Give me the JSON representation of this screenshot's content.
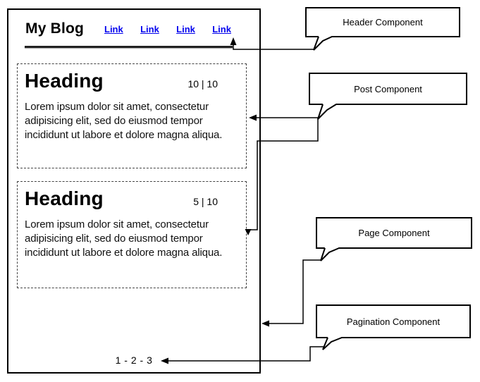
{
  "blog": {
    "title": "My Blog",
    "nav_links": [
      "Link",
      "Link",
      "Link",
      "Link"
    ],
    "posts": [
      {
        "heading": "Heading",
        "meta": "10 | 10",
        "body": "Lorem ipsum dolor sit amet, consectetur adipisicing elit, sed do eiusmod tempor incididunt ut labore et dolore magna aliqua."
      },
      {
        "heading": "Heading",
        "meta": "5 | 10",
        "body": "Lorem ipsum dolor sit amet, consectetur adipisicing elit, sed do eiusmod tempor incididunt ut labore et dolore magna aliqua."
      }
    ],
    "pagination": "1 - 2 - 3"
  },
  "callouts": {
    "header": "Header Component",
    "post": "Post Component",
    "page": "Page Component",
    "pagination": "Pagination Component"
  },
  "colors": {
    "link": "#0000EE",
    "line": "#000000",
    "background": "#FFFFFF"
  }
}
